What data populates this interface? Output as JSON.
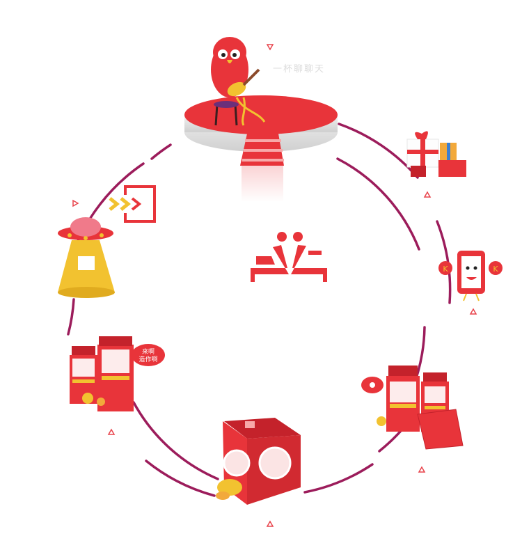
{
  "texts": {
    "stage_caption": "一杯聊聊天",
    "booth_bubble_line1": "来啊",
    "booth_bubble_line2": "造作啊",
    "phone_badge": "K"
  },
  "colors": {
    "ring": "#9c1c5b",
    "red": "#e8343a",
    "dark_red": "#b41f26",
    "gold": "#f2c230",
    "triangle": "#e8434b"
  },
  "icons": [
    "parrot-guitar-icon",
    "gift-boxes-icon",
    "phone-money-bags-icon",
    "karaoke-booth-icon",
    "lucky-box-icon",
    "sofa-people-icon",
    "ufo-icon",
    "enter-arrow-icon"
  ]
}
